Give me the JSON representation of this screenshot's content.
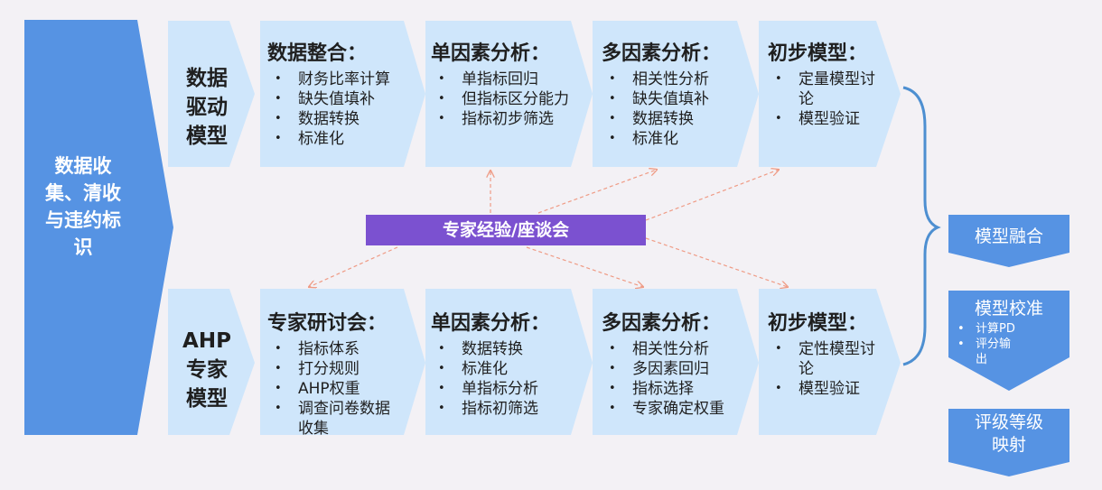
{
  "colors": {
    "left_block": "#5693e3",
    "stage_fill": "#cfe6fb",
    "expert_fill": "#7b51d0",
    "output_fill": "#5693e3",
    "dashed_arrow": "#ef9b85",
    "brace": "#4d8fd1"
  },
  "data_collection": "数据收集、清收与违约标识",
  "rows": {
    "top": {
      "title": "数据驱动模型",
      "stages": [
        {
          "title": "数据整合：",
          "items": [
            "财务比率计算",
            "缺失值填补",
            "数据转换",
            "标准化"
          ]
        },
        {
          "title": "单因素分析：",
          "items": [
            "单指标回归",
            "但指标区分能力",
            "指标初步筛选"
          ]
        },
        {
          "title": "多因素分析：",
          "items": [
            "相关性分析",
            "缺失值填补",
            "数据转换",
            "标准化"
          ]
        },
        {
          "title": "初步模型：",
          "items": [
            "定量模型讨论",
            "模型验证"
          ]
        }
      ]
    },
    "bottom": {
      "title": "AHP专家模型",
      "stages": [
        {
          "title": "专家研讨会：",
          "items": [
            "指标体系",
            "打分规则",
            "AHP权重",
            "调查问卷数据收集"
          ]
        },
        {
          "title": "单因素分析：",
          "items": [
            "数据转换",
            "标准化",
            "单指标分析",
            "指标初筛选"
          ]
        },
        {
          "title": "多因素分析：",
          "items": [
            "相关性分析",
            "多因素回归",
            "指标选择",
            "专家确定权重"
          ]
        },
        {
          "title": "初步模型：",
          "items": [
            "定性模型讨论",
            "模型验证"
          ]
        }
      ]
    }
  },
  "expert_label": "专家经验/座谈会",
  "outputs": {
    "fusion": "模型融合",
    "calibration": {
      "title": "模型校准",
      "items": [
        "计算PD",
        "评分输出"
      ]
    },
    "rating": "评级等级映射"
  }
}
